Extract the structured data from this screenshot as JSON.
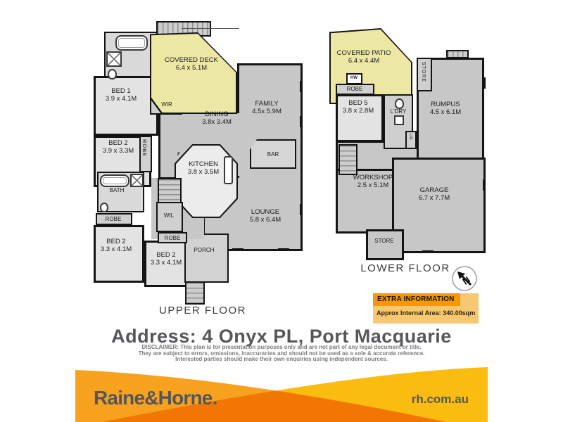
{
  "upper_floor": {
    "title": "UPPER FLOOR",
    "rooms": [
      {
        "name": "BED 1",
        "dims": "3.9 x 4.1M"
      },
      {
        "name": "COVERED DECK",
        "dims": "6.4 x 5.1M"
      },
      {
        "name": "WIR"
      },
      {
        "name": "DINING",
        "dims": "3.8x 3.4M"
      },
      {
        "name": "FAMILY",
        "dims": "4.5x 5.9M"
      },
      {
        "name": "BED 2",
        "dims": "3.9 x 3.3M"
      },
      {
        "name": "ROBE"
      },
      {
        "name": "KITCHEN",
        "dims": "3.8 x 3.5M"
      },
      {
        "name": "F"
      },
      {
        "name": "BAR"
      },
      {
        "name": "BATH"
      },
      {
        "name": "ROBE"
      },
      {
        "name": "BED 2",
        "dims": "3.3 x 4.1M"
      },
      {
        "name": "WIL"
      },
      {
        "name": "ROBE"
      },
      {
        "name": "BED 2",
        "dims": "3.3 x 4.1M"
      },
      {
        "name": "PORCH"
      },
      {
        "name": "LOUNGE",
        "dims": "5.8 x 6.4M"
      }
    ]
  },
  "lower_floor": {
    "title": "LOWER FLOOR",
    "rooms": [
      {
        "name": "COVERED PATIO",
        "dims": "6.4 x 4.4M"
      },
      {
        "name": "HW"
      },
      {
        "name": "ROBE"
      },
      {
        "name": "BED 5",
        "dims": "3.8 x 2.8M"
      },
      {
        "name": "L'DRY"
      },
      {
        "name": "STORE"
      },
      {
        "name": "RUMPUS",
        "dims": "4.5 x 6.1M"
      },
      {
        "name": "LIN"
      },
      {
        "name": "WORKSHOP",
        "dims": "2.5 x 5.1M"
      },
      {
        "name": "GARAGE",
        "dims": "6.7 x 7.7M"
      },
      {
        "name": "STORE"
      }
    ]
  },
  "north_arrow": {
    "label": "N"
  },
  "extra_info": {
    "header": "EXTRA INFORMATION",
    "body": "Approx Internal Area: 340.00sqm"
  },
  "address": "Address: 4 Onyx PL, Port Macquarie",
  "disclaimer": {
    "line1": "DISCLAIMER: This plan is for presentation purposes only and are not part of any legal document or title.",
    "line2": "They are subject to errors, omissions, inaccuracies and should not be used as a sole & accurate reference.",
    "line3": "Interested parties should make their own enquiries using independent sources."
  },
  "footer": {
    "logo": "Raine&Horne.",
    "website": "rh.com.au"
  },
  "colors": {
    "deck_yellow": "#ece8a4",
    "room_gray": "#c7c7c7",
    "room_light": "#e3e3e3",
    "wall_black": "#141414",
    "extra_header_bg": "#f49a00",
    "extra_body_bg": "#f8c772",
    "footer_orange": "#f6a21f",
    "footer_yellow": "#fbbc10",
    "brand_gray": "#54565b"
  }
}
